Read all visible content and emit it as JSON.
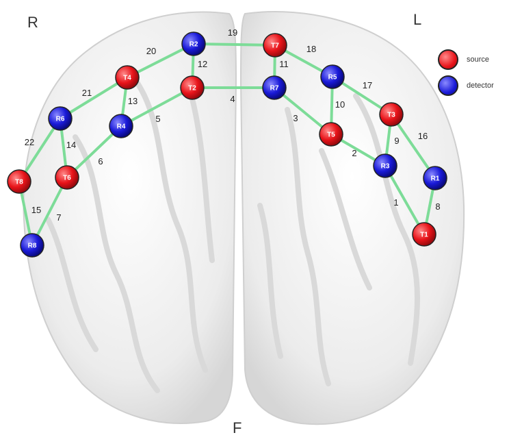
{
  "orientation": {
    "right": "R",
    "left": "L",
    "front": "F"
  },
  "legend": {
    "source": {
      "label": "source",
      "color": "#e8141a"
    },
    "detector": {
      "label": "detector",
      "color": "#1a1ad8"
    }
  },
  "colors": {
    "channel_line": "#7ddc98",
    "brain": "#ececec"
  },
  "optodes": [
    {
      "id": "R2",
      "type": "detector"
    },
    {
      "id": "T7",
      "type": "source"
    },
    {
      "id": "T4",
      "type": "source"
    },
    {
      "id": "T2",
      "type": "source"
    },
    {
      "id": "R7",
      "type": "detector"
    },
    {
      "id": "R5",
      "type": "detector"
    },
    {
      "id": "R6",
      "type": "detector"
    },
    {
      "id": "R4",
      "type": "detector"
    },
    {
      "id": "T3",
      "type": "source"
    },
    {
      "id": "T5",
      "type": "source"
    },
    {
      "id": "T8",
      "type": "source"
    },
    {
      "id": "T6",
      "type": "source"
    },
    {
      "id": "R3",
      "type": "detector"
    },
    {
      "id": "R1",
      "type": "detector"
    },
    {
      "id": "R8",
      "type": "detector"
    },
    {
      "id": "T1",
      "type": "source"
    }
  ],
  "channels": [
    {
      "label": "1",
      "from": "R3",
      "to": "T1"
    },
    {
      "label": "2",
      "from": "T5",
      "to": "R3"
    },
    {
      "label": "3",
      "from": "R7",
      "to": "T5"
    },
    {
      "label": "4",
      "from": "T2",
      "to": "R7"
    },
    {
      "label": "5",
      "from": "T2",
      "to": "R4"
    },
    {
      "label": "6",
      "from": "R4",
      "to": "T6"
    },
    {
      "label": "7",
      "from": "T6",
      "to": "R8"
    },
    {
      "label": "8",
      "from": "R1",
      "to": "T1"
    },
    {
      "label": "9",
      "from": "T3",
      "to": "R3"
    },
    {
      "label": "10",
      "from": "R5",
      "to": "T5"
    },
    {
      "label": "11",
      "from": "T7",
      "to": "R7"
    },
    {
      "label": "12",
      "from": "R2",
      "to": "T2"
    },
    {
      "label": "13",
      "from": "T4",
      "to": "R4"
    },
    {
      "label": "14",
      "from": "R6",
      "to": "T6"
    },
    {
      "label": "15",
      "from": "T8",
      "to": "R8"
    },
    {
      "label": "16",
      "from": "T3",
      "to": "R1"
    },
    {
      "label": "17",
      "from": "R5",
      "to": "T3"
    },
    {
      "label": "18",
      "from": "T7",
      "to": "R5"
    },
    {
      "label": "19",
      "from": "R2",
      "to": "T7"
    },
    {
      "label": "20",
      "from": "T4",
      "to": "R2"
    },
    {
      "label": "21",
      "from": "R6",
      "to": "T4"
    },
    {
      "label": "22",
      "from": "R6",
      "to": "T8"
    }
  ]
}
